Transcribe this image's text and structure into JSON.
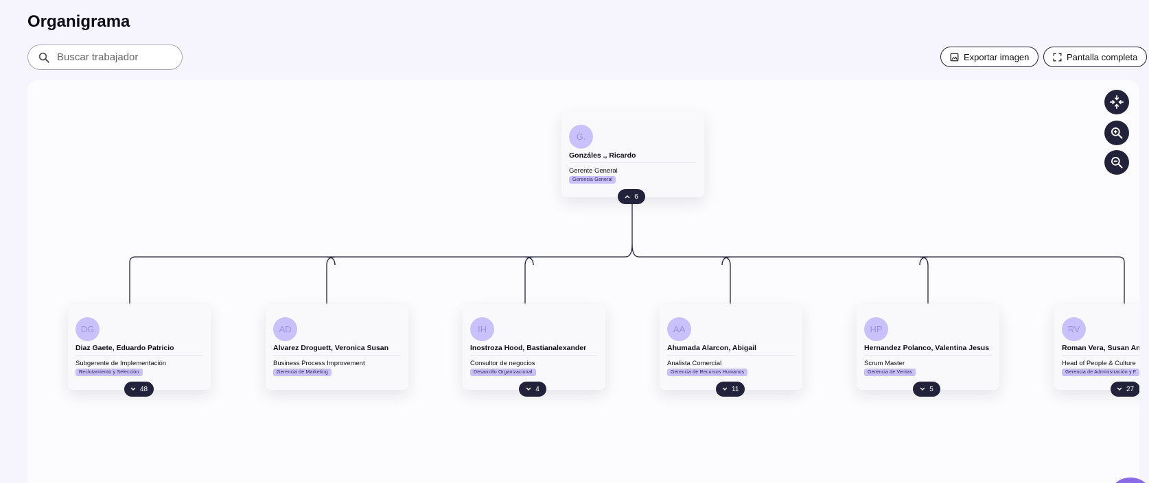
{
  "page": {
    "title": "Organigrama"
  },
  "search": {
    "placeholder": "Buscar trabajador"
  },
  "toolbar": {
    "export_label": "Exportar imagen",
    "fullscreen_label": "Pantalla completa"
  },
  "canvas_tools": [
    "fit-icon",
    "zoom-in-icon",
    "zoom-out-icon"
  ],
  "colors": {
    "accent": "#c9c1fb",
    "dark": "#22233a",
    "background": "#f6f5fd"
  },
  "root": {
    "initials": "G.",
    "name": "Gonzáles ., Ricardo",
    "role": "Gerente General",
    "department": "Gerencia General",
    "count": "6",
    "expanded": true
  },
  "children": [
    {
      "initials": "DG",
      "name": "Diaz Gaete, Eduardo Patricio",
      "role": "Subgerente de Implementación",
      "department": "Reclutamiento y Selección",
      "count": "48"
    },
    {
      "initials": "AD",
      "name": "Alvarez Droguett, Veronica Susan",
      "role": "Business Process Improvement",
      "department": "Gerencia de Marketing",
      "count": ""
    },
    {
      "initials": "IH",
      "name": "Inostroza Hood, Bastianalexander",
      "role": "Consultor de negocios",
      "department": "Desarrollo Organizacional",
      "count": "4"
    },
    {
      "initials": "AA",
      "name": "Ahumada Alarcon, Abigail",
      "role": "Analista Comercial",
      "department": "Gerencia de Recursos Humanos",
      "count": "11"
    },
    {
      "initials": "HP",
      "name": "Hernandez Polanco, Valentina Jesus",
      "role": "Scrum Master",
      "department": "Gerencia de Ventas",
      "count": "5"
    },
    {
      "initials": "RV",
      "name": "Roman Vera, Susan And",
      "role": "Head of People & Culture",
      "department": "Gerencia de Administración y F",
      "count": "27"
    }
  ]
}
